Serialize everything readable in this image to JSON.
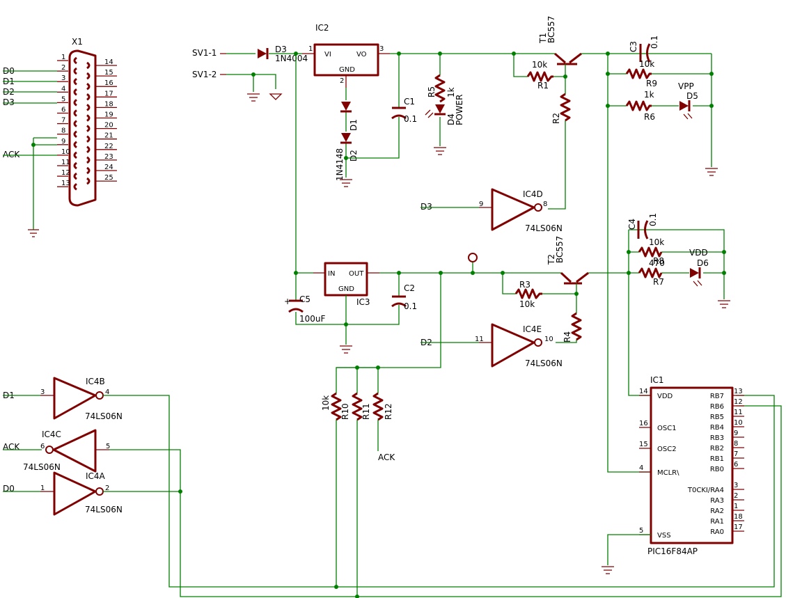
{
  "connector": {
    "name": "X1",
    "pins_left": [
      "1",
      "2",
      "3",
      "4",
      "5",
      "6",
      "7",
      "8",
      "9",
      "10",
      "11",
      "12",
      "13"
    ],
    "pins_right": [
      "14",
      "15",
      "16",
      "17",
      "18",
      "19",
      "20",
      "21",
      "22",
      "23",
      "24",
      "25"
    ],
    "signals": [
      "D0",
      "D1",
      "D2",
      "D3",
      "ACK"
    ]
  },
  "ic2": {
    "name": "IC2",
    "vi": "VI",
    "vo": "VO",
    "gnd": "GND",
    "pin1": "1",
    "pin2": "2",
    "pin3": "3"
  },
  "ic3": {
    "name": "IC3",
    "in": "IN",
    "out": "OUT",
    "gnd": "GND"
  },
  "power": {
    "sv1": "SV1-1",
    "sv2": "SV1-2"
  },
  "diodes": {
    "d3": {
      "name": "D3",
      "value": "1N4004"
    },
    "d1": {
      "name": "D1",
      "value": "1N4148"
    },
    "d2": {
      "name": "D2",
      "value": "1N4148"
    },
    "d4": {
      "name": "D4",
      "value": "POWER"
    },
    "d5": {
      "name": "D5",
      "value": "VPP"
    },
    "d6": {
      "name": "D6",
      "value": "VDD"
    }
  },
  "caps": {
    "c1": {
      "name": "C1",
      "value": "0.1"
    },
    "c2": {
      "name": "C2",
      "value": "0.1"
    },
    "c3": {
      "name": "C3",
      "value": "0.1"
    },
    "c4": {
      "name": "C4",
      "value": "0.1"
    },
    "c5": {
      "name": "C5",
      "value": "100uF"
    }
  },
  "resistors": {
    "r1": {
      "name": "R1",
      "value": "10k"
    },
    "r2": {
      "name": "R2"
    },
    "r3": {
      "name": "R3",
      "value": "10k"
    },
    "r4": {
      "name": "R4"
    },
    "r5": {
      "name": "R5",
      "value": "1k"
    },
    "r6": {
      "name": "R6",
      "value": "1k"
    },
    "r7": {
      "name": "R7",
      "value": "470"
    },
    "r8": {
      "name": "R8",
      "value": "10k"
    },
    "r9": {
      "name": "R9",
      "value": "10k"
    },
    "r10": {
      "name": "R10",
      "value": "10k"
    },
    "r11": {
      "name": "R11"
    },
    "r12": {
      "name": "R12"
    }
  },
  "transistors": {
    "t1": {
      "name": "T1",
      "value": "BC557"
    },
    "t2": {
      "name": "T2",
      "value": "BC557"
    }
  },
  "inverters": {
    "ic4a": {
      "name": "IC4A",
      "type": "74LS06N",
      "in": "1",
      "out": "2",
      "signal": "D0"
    },
    "ic4b": {
      "name": "IC4B",
      "type": "74LS06N",
      "in": "3",
      "out": "4",
      "signal": "D1"
    },
    "ic4c": {
      "name": "IC4C",
      "type": "74LS06N",
      "in": "5",
      "out": "6",
      "signal": "ACK"
    },
    "ic4d": {
      "name": "IC4D",
      "type": "74LS06N",
      "in": "9",
      "out": "8",
      "signal": "D3"
    },
    "ic4e": {
      "name": "IC4E",
      "type": "74LS06N",
      "in": "11",
      "out": "10",
      "signal": "D2"
    }
  },
  "mcu": {
    "name": "IC1",
    "part": "PIC16F84AP",
    "left_pins": [
      {
        "label": "VDD",
        "num": "14"
      },
      {
        "label": "OSC1",
        "num": "16"
      },
      {
        "label": "OSC2",
        "num": "15"
      },
      {
        "label": "MCLR\\",
        "num": "4"
      },
      {
        "label": "VSS",
        "num": "5"
      }
    ],
    "right_pins": [
      {
        "label": "RB7",
        "num": "13"
      },
      {
        "label": "RB6",
        "num": "12"
      },
      {
        "label": "RB5",
        "num": "11"
      },
      {
        "label": "RB4",
        "num": "10"
      },
      {
        "label": "RB3",
        "num": "9"
      },
      {
        "label": "RB2",
        "num": "8"
      },
      {
        "label": "RB1",
        "num": "7"
      },
      {
        "label": "RB0",
        "num": "6"
      },
      {
        "label": "T0CKI/RA4",
        "num": "3"
      },
      {
        "label": "RA3",
        "num": "2"
      },
      {
        "label": "RA2",
        "num": "1"
      },
      {
        "label": "RA1",
        "num": "18"
      },
      {
        "label": "RA0",
        "num": "17"
      }
    ]
  },
  "nets": {
    "ack": "ACK"
  }
}
